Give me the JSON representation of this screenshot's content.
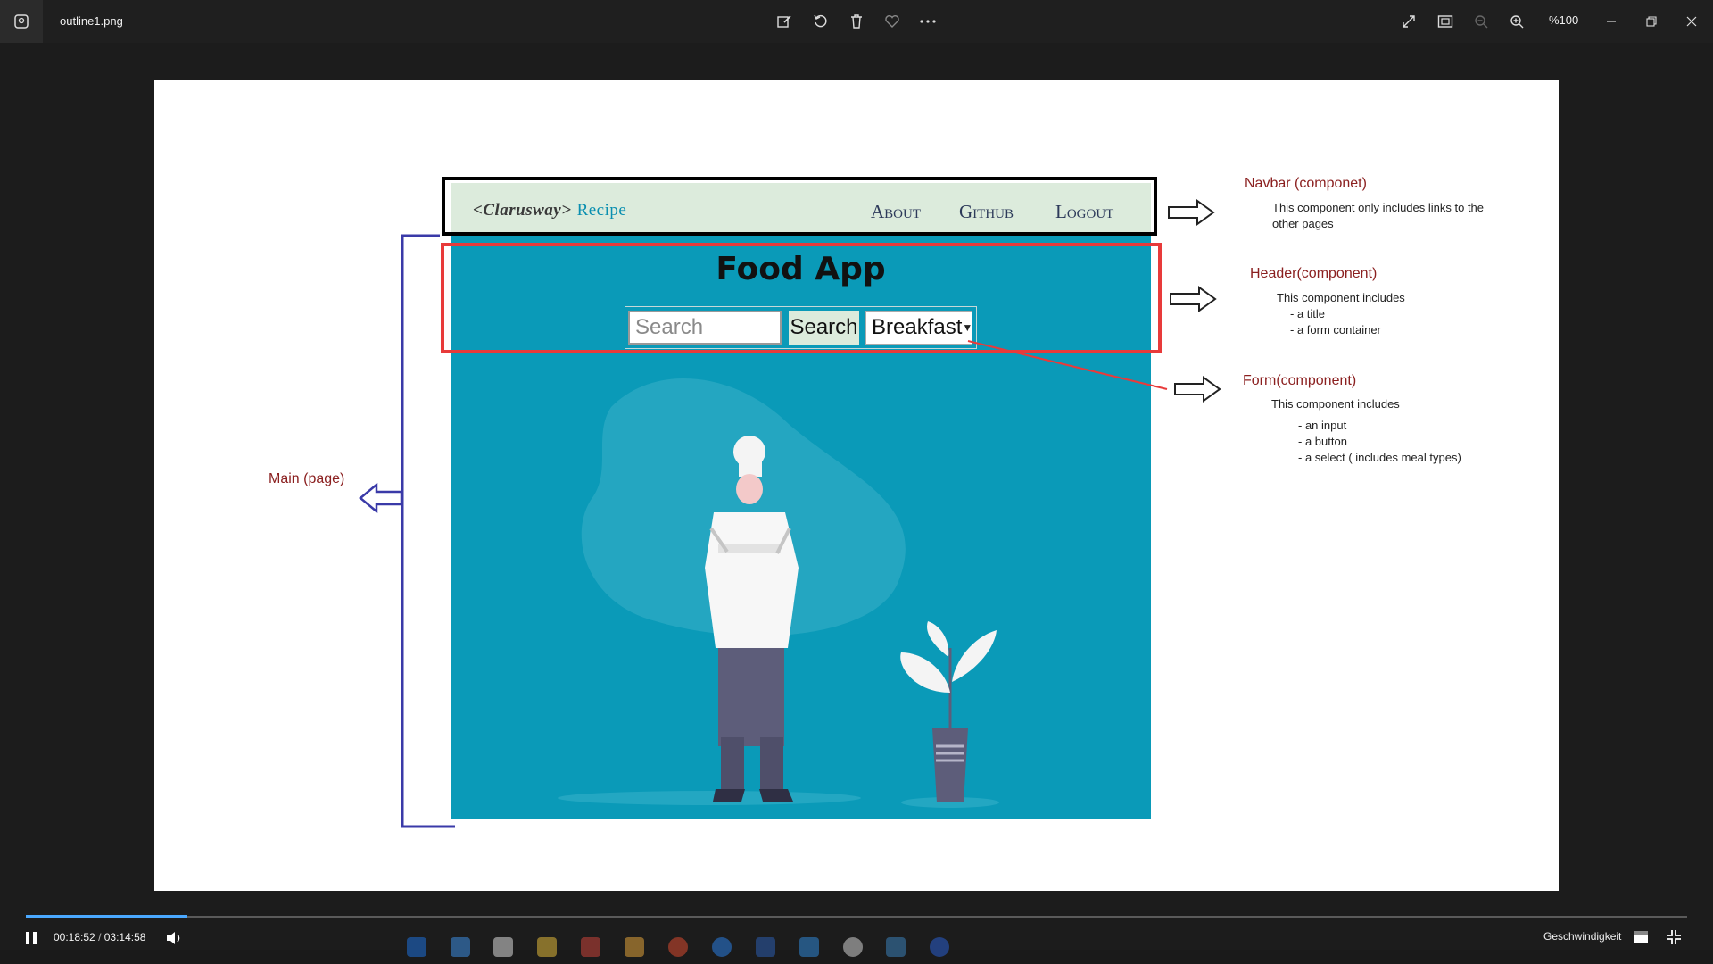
{
  "window": {
    "file_name": "outline1.png",
    "zoom": "%100"
  },
  "mockup": {
    "brand_main": "<Clarusway>",
    "brand_sub": "Recipe",
    "nav_links": [
      "About",
      "Github",
      "Logout"
    ],
    "title": "Food App",
    "search_placeholder": "Search",
    "search_button": "Search",
    "meal_select": "Breakfast",
    "colors": {
      "header_bg": "#0a9ab8",
      "navbar_bg": "#dcebdc",
      "outline_red": "#e83a3a"
    }
  },
  "annotations": {
    "navbar": {
      "title": "Navbar (componet)",
      "lines": [
        "This component only includes links to the",
        "other pages"
      ]
    },
    "header": {
      "title": "Header(component)",
      "lines": [
        "This component includes",
        "- a title",
        "- a form  container"
      ]
    },
    "form": {
      "title": "Form(component)",
      "lines": [
        "This component includes",
        "- an input",
        "- a button",
        "- a select ( includes meal types)"
      ]
    },
    "main": {
      "title": "Main (page)"
    }
  },
  "player": {
    "current_time": "00:18:52",
    "total_time": "03:14:58",
    "progress": 0.097,
    "speed_label": "Geschwindigkeit"
  },
  "icons": [
    "edit-icon",
    "rotate-icon",
    "delete-icon",
    "favorite-icon",
    "more-icon",
    "fullscreen-icon",
    "fit-icon",
    "zoom-out-icon",
    "zoom-in-icon",
    "minimize-icon",
    "restore-icon",
    "close-icon",
    "pause-icon",
    "volume-icon"
  ]
}
